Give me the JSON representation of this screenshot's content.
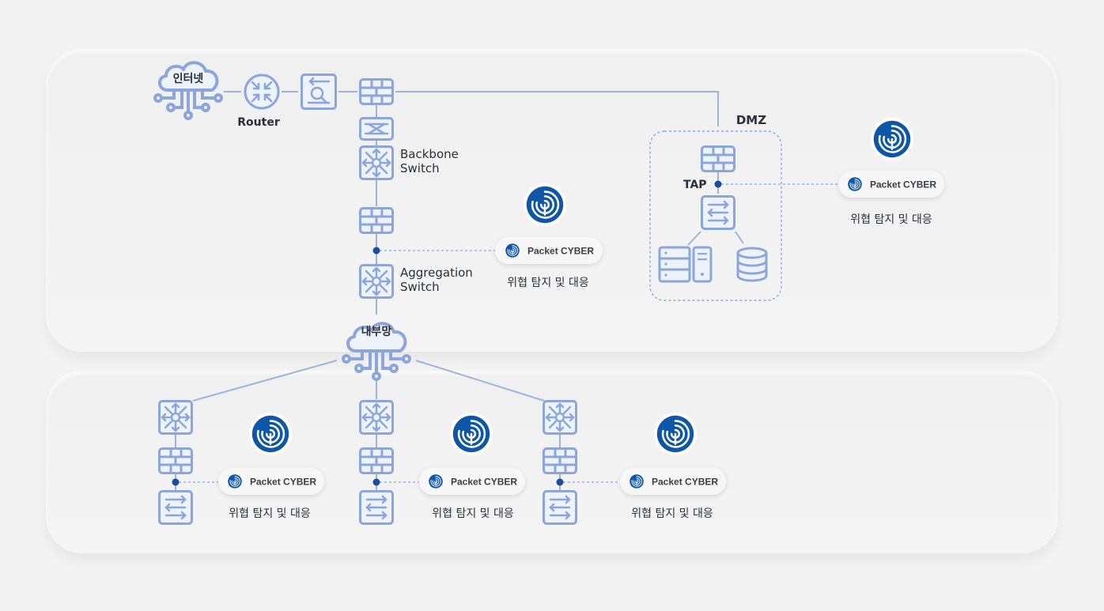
{
  "labels": {
    "internet": "인터넷",
    "router": "Router",
    "backbone_line1": "Backbone",
    "backbone_line2": "Switch",
    "aggregation_line1": "Aggregation",
    "aggregation_line2": "Switch",
    "internal": "내부망",
    "dmz": "DMZ",
    "tap": "TAP"
  },
  "product": {
    "name": "Packet CYBER",
    "caption": "위협 탐지 및 대응"
  },
  "colors": {
    "device": "#8aa6dc",
    "device_fill": "#eef2fa",
    "line": "#7f9fd8",
    "dot": "#1a4e9c",
    "logo": "#0e56a8"
  }
}
